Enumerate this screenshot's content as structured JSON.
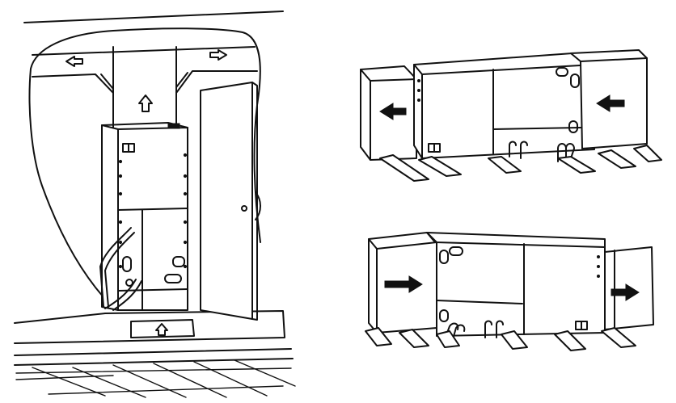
{
  "figure": {
    "panels": [
      {
        "id": "vertical-installation",
        "airflow": "upflow"
      },
      {
        "id": "horizontal-right-to-left",
        "airflow": "left"
      },
      {
        "id": "horizontal-left-to-right",
        "airflow": "right"
      }
    ],
    "colors": {
      "line": "#111111",
      "background": "#ffffff"
    },
    "icons": [
      "arrow-left-icon",
      "arrow-right-icon",
      "arrow-up-icon",
      "filter-icon",
      "drain-pipe-icon"
    ]
  }
}
